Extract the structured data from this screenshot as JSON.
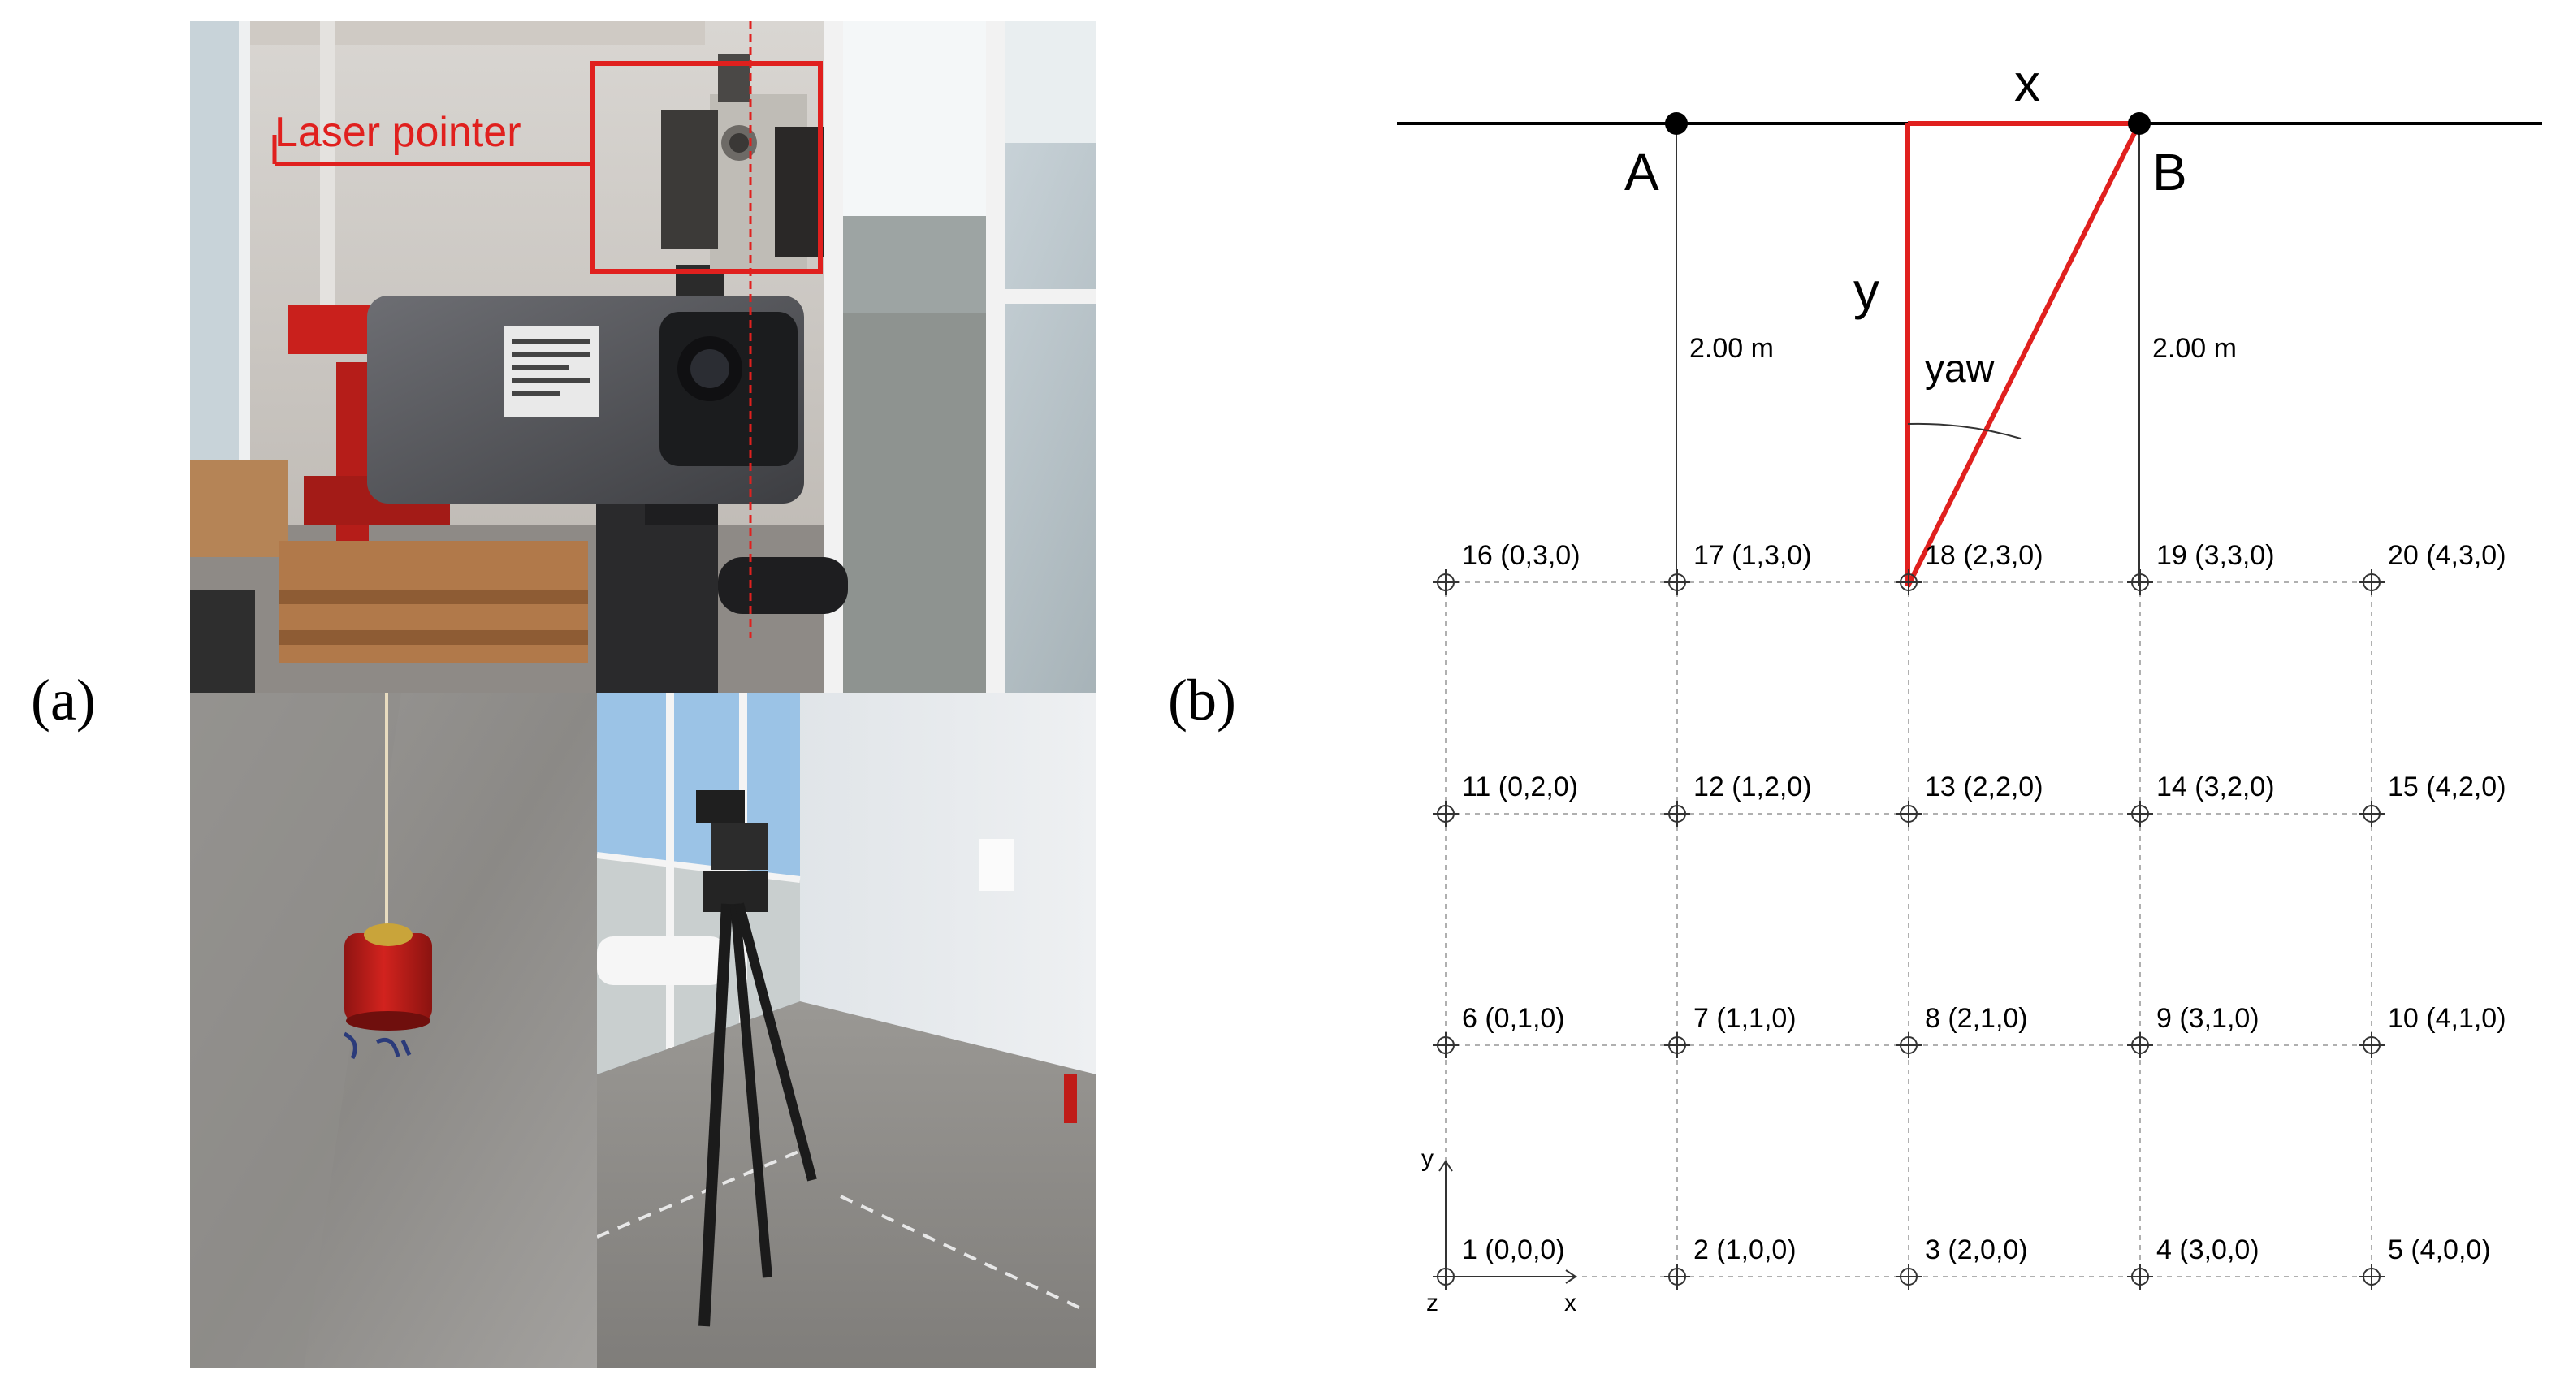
{
  "panels": {
    "a_label": "(a)",
    "b_label": "(b)"
  },
  "photo": {
    "annotation": "Laser pointer",
    "accent_color": "#e0201e"
  },
  "diagram": {
    "point_a": "A",
    "point_b": "B",
    "x_label": "x",
    "y_label": "y",
    "yaw_label": "yaw",
    "dim_left": "2.00 m",
    "dim_right": "2.00 m",
    "axis": {
      "x": "x",
      "y": "y",
      "z": "z"
    },
    "line_color": "#e0201e",
    "grid_points": [
      {
        "col": 0,
        "row": 0,
        "label": "1 (0,0,0)"
      },
      {
        "col": 1,
        "row": 0,
        "label": "2 (1,0,0)"
      },
      {
        "col": 2,
        "row": 0,
        "label": "3 (2,0,0)"
      },
      {
        "col": 3,
        "row": 0,
        "label": "4 (3,0,0)"
      },
      {
        "col": 4,
        "row": 0,
        "label": "5 (4,0,0)"
      },
      {
        "col": 0,
        "row": 1,
        "label": "6 (0,1,0)"
      },
      {
        "col": 1,
        "row": 1,
        "label": "7 (1,1,0)"
      },
      {
        "col": 2,
        "row": 1,
        "label": "8 (2,1,0)"
      },
      {
        "col": 3,
        "row": 1,
        "label": "9 (3,1,0)"
      },
      {
        "col": 4,
        "row": 1,
        "label": "10 (4,1,0)"
      },
      {
        "col": 0,
        "row": 2,
        "label": "11 (0,2,0)"
      },
      {
        "col": 1,
        "row": 2,
        "label": "12 (1,2,0)"
      },
      {
        "col": 2,
        "row": 2,
        "label": "13 (2,2,0)"
      },
      {
        "col": 3,
        "row": 2,
        "label": "14 (3,2,0)"
      },
      {
        "col": 4,
        "row": 2,
        "label": "15 (4,2,0)"
      },
      {
        "col": 0,
        "row": 3,
        "label": "16 (0,3,0)"
      },
      {
        "col": 1,
        "row": 3,
        "label": "17 (1,3,0)"
      },
      {
        "col": 2,
        "row": 3,
        "label": "18 (2,3,0)"
      },
      {
        "col": 3,
        "row": 3,
        "label": "19 (3,3,0)"
      },
      {
        "col": 4,
        "row": 3,
        "label": "20 (4,3,0)"
      }
    ]
  }
}
